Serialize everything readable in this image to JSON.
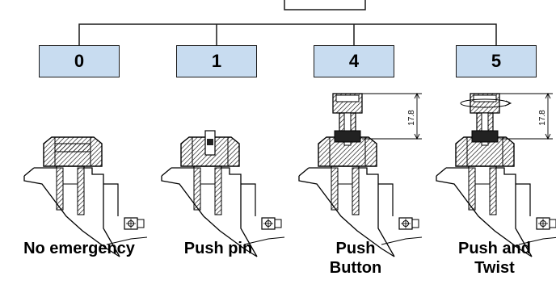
{
  "options": [
    {
      "code": "0",
      "caption_lines": [
        "No emergency"
      ]
    },
    {
      "code": "1",
      "caption_lines": [
        "Push pin"
      ]
    },
    {
      "code": "4",
      "caption_lines": [
        "Push",
        "Button"
      ]
    },
    {
      "code": "5",
      "caption_lines": [
        "Push and",
        "Twist"
      ]
    }
  ],
  "dimensions": {
    "height_4": "17.8",
    "height_5": "17.8"
  },
  "colors": {
    "box_fill": "#c8dcf0",
    "line": "#1a1a1a"
  }
}
